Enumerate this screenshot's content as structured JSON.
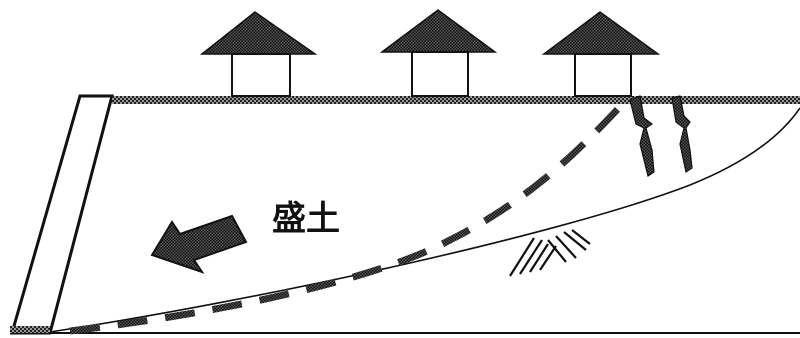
{
  "diagram": {
    "fill_label": "盛土",
    "colors": {
      "ink": "#111111",
      "paper": "#ffffff",
      "stipple_light": "#8a8a8a",
      "stipple_dark": "#222222"
    },
    "houses": [
      {
        "name": "house-left"
      },
      {
        "name": "house-middle"
      },
      {
        "name": "house-right"
      }
    ],
    "icons": [
      "house-icon",
      "arrow-left-icon",
      "crack-icon",
      "hatch-icon"
    ]
  }
}
